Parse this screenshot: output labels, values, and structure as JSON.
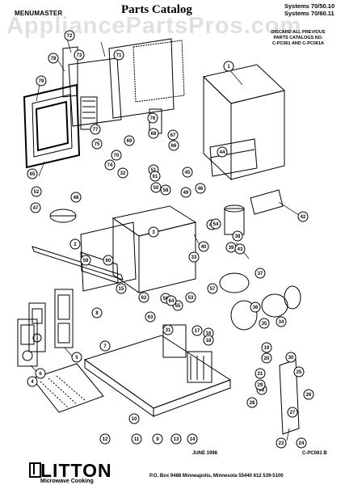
{
  "header": {
    "brand_label": "MENUMASTER",
    "title": "Parts Catalog",
    "systems_line1": "Systems 70/50.10",
    "systems_line2": "Systems 70/60.11"
  },
  "watermark": "AppliancePartsPros.com",
  "notice": {
    "line1": "DISCARD ALL PREVIOUS",
    "line2": "PARTS CATALOGS NO.",
    "line3": "C-PC061 AND C-PC061A"
  },
  "callouts": [
    "1",
    "2",
    "3",
    "4",
    "5",
    "6",
    "7",
    "8",
    "9",
    "10",
    "11",
    "12",
    "13",
    "14",
    "15",
    "16",
    "17",
    "18",
    "19",
    "20",
    "21",
    "22",
    "23",
    "24",
    "25",
    "26",
    "27",
    "28",
    "29",
    "30",
    "31",
    "32",
    "33",
    "34",
    "35",
    "36",
    "37",
    "38",
    "39",
    "40",
    "41",
    "42",
    "43",
    "44",
    "45",
    "46",
    "47",
    "48",
    "49",
    "50",
    "51",
    "52",
    "53",
    "54",
    "55",
    "56",
    "57",
    "58",
    "59",
    "60",
    "61",
    "62",
    "63",
    "64",
    "65",
    "66",
    "67",
    "68",
    "69",
    "70",
    "71",
    "72",
    "73",
    "74",
    "75",
    "76",
    "77",
    "78",
    "79"
  ],
  "footer": {
    "date": "JUNE 1998",
    "code": "C-PC061 B",
    "brand": "LITTON",
    "tagline": "Microwave Cooking",
    "address": "P.O. Box 9488  Minneapolis, Minnesota 55440   612 539-5100"
  }
}
